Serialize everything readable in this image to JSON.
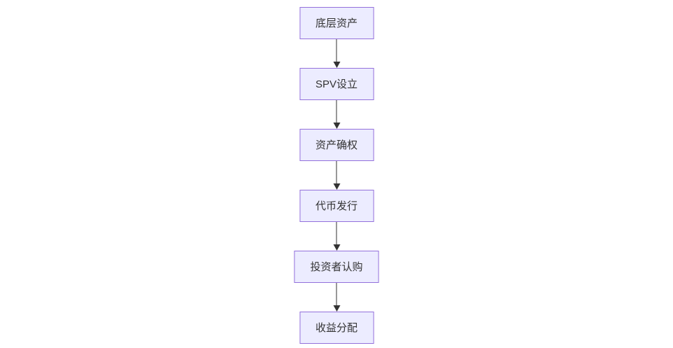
{
  "diagram": {
    "type": "flowchart",
    "direction": "top-down",
    "nodes": [
      {
        "label": "底层资产"
      },
      {
        "label": "SPV设立"
      },
      {
        "label": "资产确权"
      },
      {
        "label": "代币发行"
      },
      {
        "label": "投资者认购"
      },
      {
        "label": "收益分配"
      }
    ],
    "edges": [
      {
        "from": "底层资产",
        "to": "SPV设立"
      },
      {
        "from": "SPV设立",
        "to": "资产确权"
      },
      {
        "from": "资产确权",
        "to": "代币发行"
      },
      {
        "from": "代币发行",
        "to": "投资者认购"
      },
      {
        "from": "投资者认购",
        "to": "收益分配"
      }
    ],
    "colors": {
      "node_fill": "#ECECFF",
      "node_border": "#9370DB",
      "arrow": "#333333",
      "text": "#333333",
      "background": "#FFFFFF"
    }
  }
}
